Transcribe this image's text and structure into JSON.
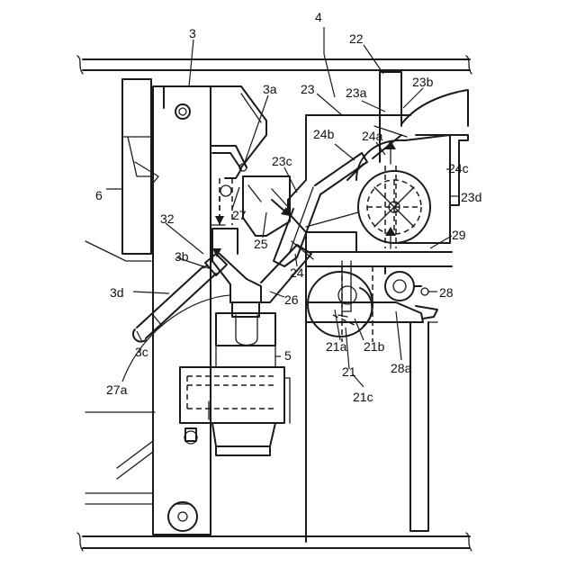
{
  "labels": {
    "n3": "3",
    "n4": "4",
    "n22": "22",
    "n3a": "3a",
    "n23": "23",
    "n23a": "23a",
    "n23b": "23b",
    "n24b": "24b",
    "n24a": "24a",
    "n23c": "23c",
    "n24c": "24c",
    "n6": "6",
    "n27": "27",
    "n23d": "23d",
    "n32": "32",
    "n25": "25",
    "n29": "29",
    "n3b": "3b",
    "n24": "24",
    "n3d": "3d",
    "n26": "26",
    "n28": "28",
    "n3c": "3c",
    "n21a": "21a",
    "n21b": "21b",
    "n5": "5",
    "n21": "21",
    "n28a": "28a",
    "n27a": "27a",
    "n21c": "21c"
  },
  "colors": {
    "line": "#1a1a1a",
    "background": "#ffffff"
  }
}
